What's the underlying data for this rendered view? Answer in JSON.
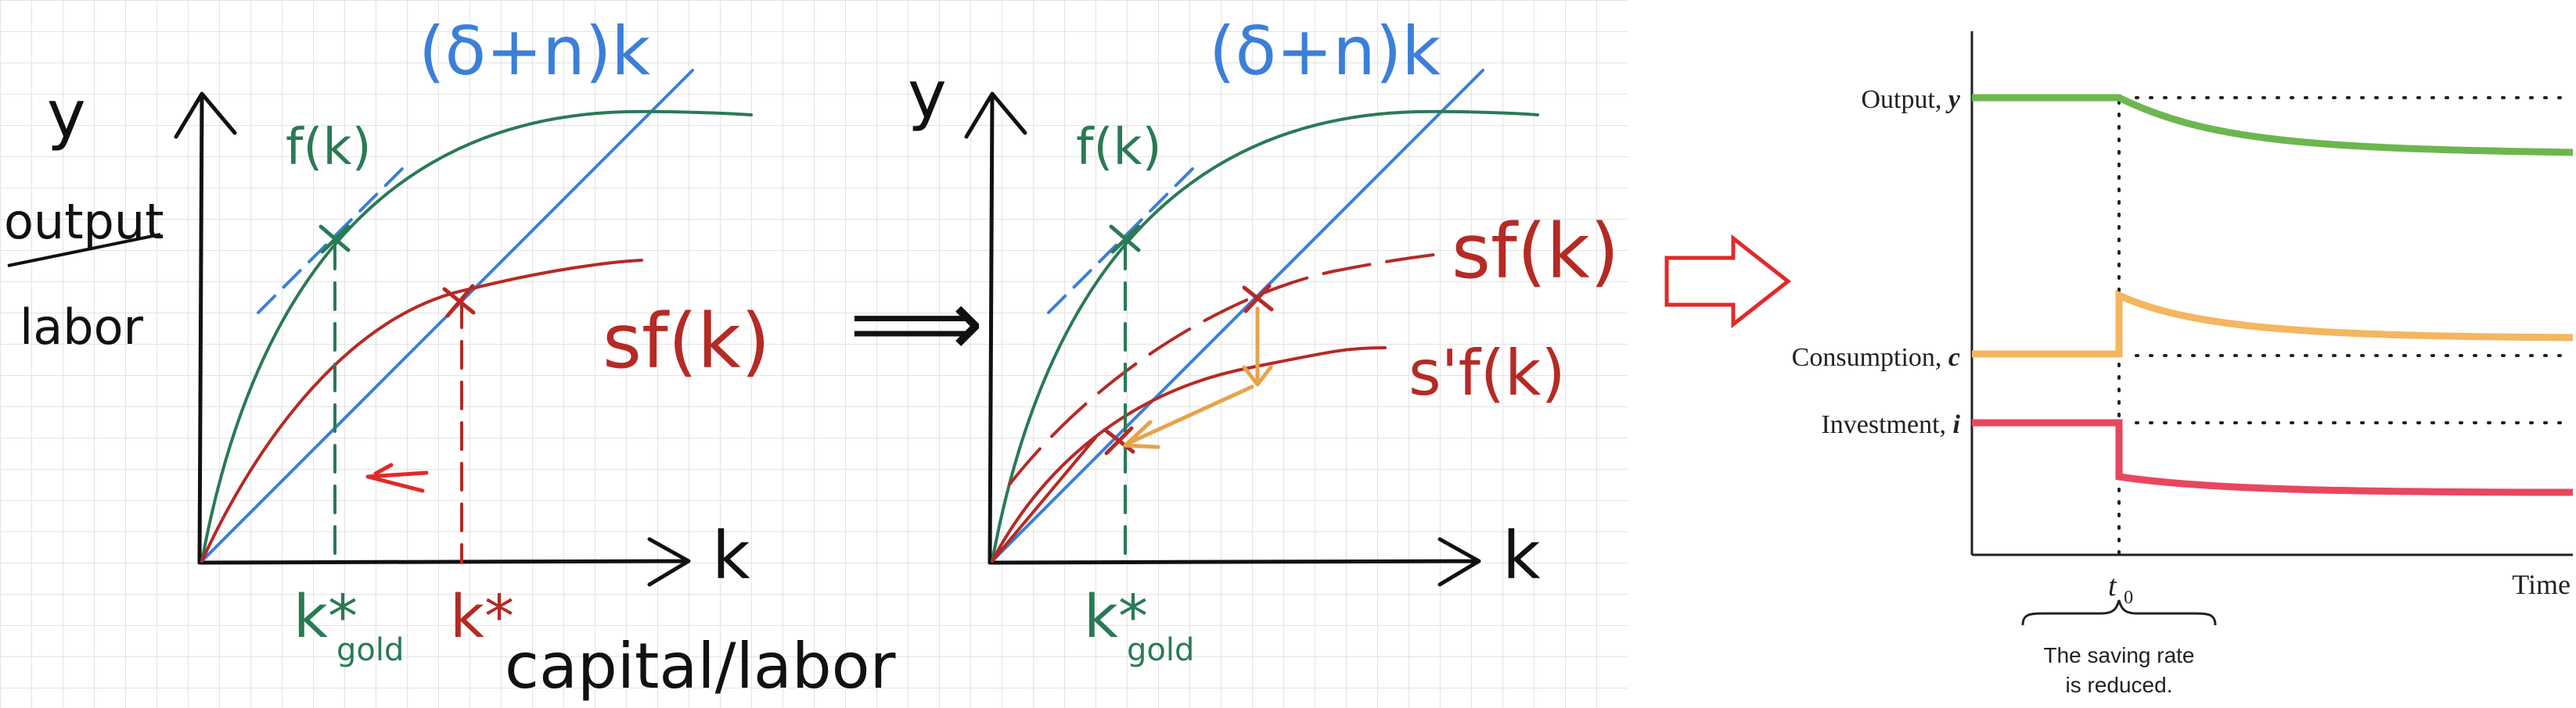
{
  "colors": {
    "blue": "#3b7fd9",
    "green": "#2a7a55",
    "red": "#b52a24",
    "orange": "#e8a24a",
    "output_green": "#6cb64f",
    "consumption_orange": "#f4b660",
    "investment_red": "#e8475e",
    "arrow_red": "#e02a2a",
    "grid": "#e3e3e3",
    "ink": "#111111"
  },
  "sketch1": {
    "y_axis_label": "y",
    "y_desc_line1": "output",
    "y_desc_line2": "labor",
    "x_axis_label": "k",
    "blue_line_label": "(δ+n)k",
    "production_label": "f(k)",
    "saving_label": "sf(k)",
    "k_gold_label": "k*",
    "k_gold_sub": "gold",
    "k_star_label": "k*",
    "x_desc": "capital/labor"
  },
  "implies_symbol": "⟹",
  "sketch2": {
    "y_axis_label": "y",
    "x_axis_label": "k",
    "blue_line_label": "(δ+n)k",
    "production_label": "f(k)",
    "saving_label": "sf(k)",
    "new_saving_label": "s'f(k)",
    "k_gold_label": "k*",
    "k_gold_sub": "gold"
  },
  "textbook": {
    "output_label": "Output,",
    "output_var": "y",
    "consumption_label": "Consumption,",
    "consumption_var": "c",
    "investment_label": "Investment,",
    "investment_var": "i",
    "t0_label": "t",
    "t0_sub": "0",
    "time_label": "Time",
    "note_line1": "The saving rate",
    "note_line2": "is reduced."
  }
}
